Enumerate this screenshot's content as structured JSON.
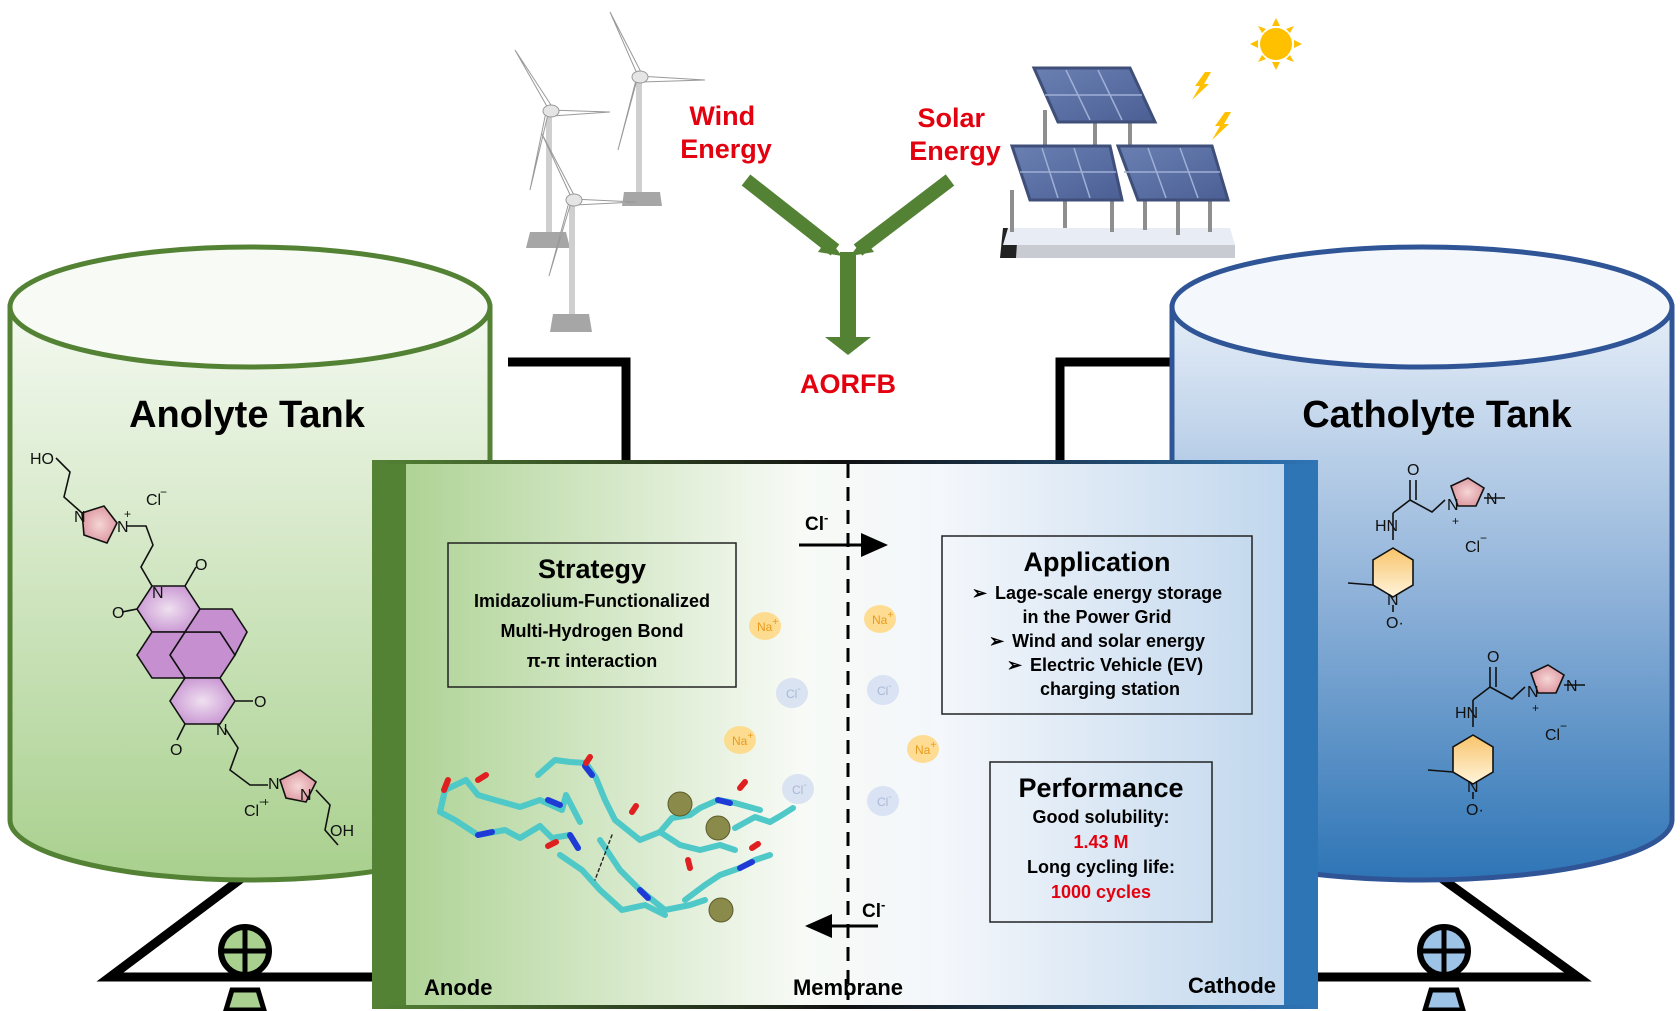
{
  "energy_sources": {
    "wind": {
      "line1": "Wind",
      "line2": "Energy"
    },
    "solar": {
      "line1": "Solar",
      "line2": "Energy"
    },
    "target": "AORFB"
  },
  "tanks": {
    "anolyte": {
      "title": "Anolyte Tank",
      "counterion": "Cl",
      "counterion2": "Cl",
      "labels": {
        "ho": "HO",
        "oh": "OH",
        "n": "N",
        "o": "O"
      }
    },
    "catholyte": {
      "title": "Catholyte Tank",
      "counterion": "Cl",
      "counterion2": "Cl",
      "labels": {
        "hn": "HN",
        "n": "N",
        "o": "O",
        "oradical": "O·"
      }
    }
  },
  "cell": {
    "anode_label": "Anode",
    "membrane_label": "Membrane",
    "cathode_label": "Cathode",
    "ion_flow_top": "Cl",
    "ion_flow_bottom": "Cl",
    "ion_superscript": "-",
    "ions": {
      "na": "Na",
      "na_charge": "+",
      "cl": "Cl",
      "cl_charge": "-"
    }
  },
  "strategy": {
    "title": "Strategy",
    "items": [
      "Imidazolium-Functionalized",
      "Multi-Hydrogen Bond",
      "π-π interaction"
    ]
  },
  "application": {
    "title": "Application",
    "bullet": "➢",
    "items": [
      {
        "bullet": true,
        "text": "Lage-scale energy storage"
      },
      {
        "bullet": false,
        "text": "in the Power Grid"
      },
      {
        "bullet": true,
        "text": "Wind and solar energy"
      },
      {
        "bullet": true,
        "text": "Electric Vehicle (EV)"
      },
      {
        "bullet": false,
        "text": "charging station"
      }
    ]
  },
  "performance": {
    "title": "Performance",
    "solubility_label": "Good solubility:",
    "solubility_value": "1.43 M",
    "cycling_label": "Long cycling life:",
    "cycling_value": "1000 cycles"
  },
  "colors": {
    "anode_green": "#548235",
    "cathode_blue": "#2e75b6",
    "highlight_red": "#e3000f",
    "arrow_green": "#548235"
  }
}
